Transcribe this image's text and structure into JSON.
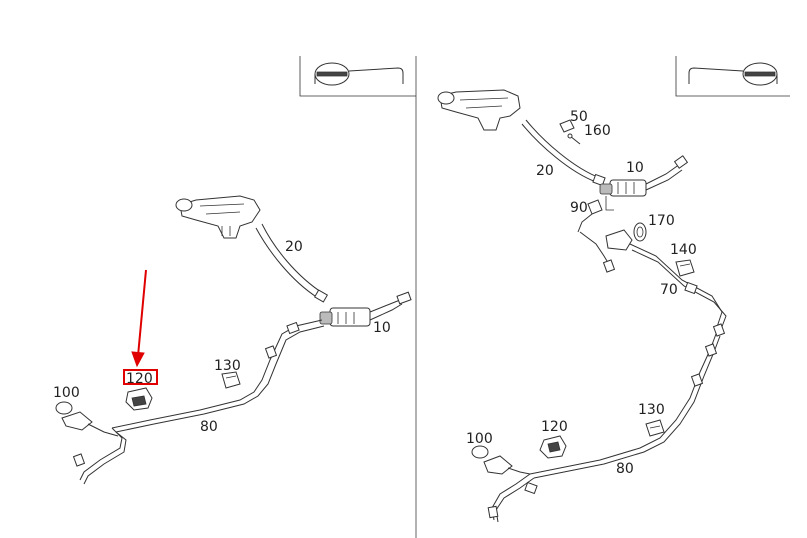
{
  "diagram": {
    "left_view": {
      "callouts": {
        "p10": "10",
        "p20": "20",
        "p80": "80",
        "p100": "100",
        "p120": "120",
        "p130": "130"
      }
    },
    "right_view": {
      "callouts": {
        "p10": "10",
        "p20": "20",
        "p50": "50",
        "p70": "70",
        "p80": "80",
        "p90": "90",
        "p100": "100",
        "p120": "120",
        "p130": "130",
        "p140": "140",
        "p160": "160",
        "p170": "170"
      }
    },
    "highlight_color": "#e00000",
    "arrow_color": "#e00000",
    "steering_wheel_icon": "steering-wheel-icon"
  }
}
